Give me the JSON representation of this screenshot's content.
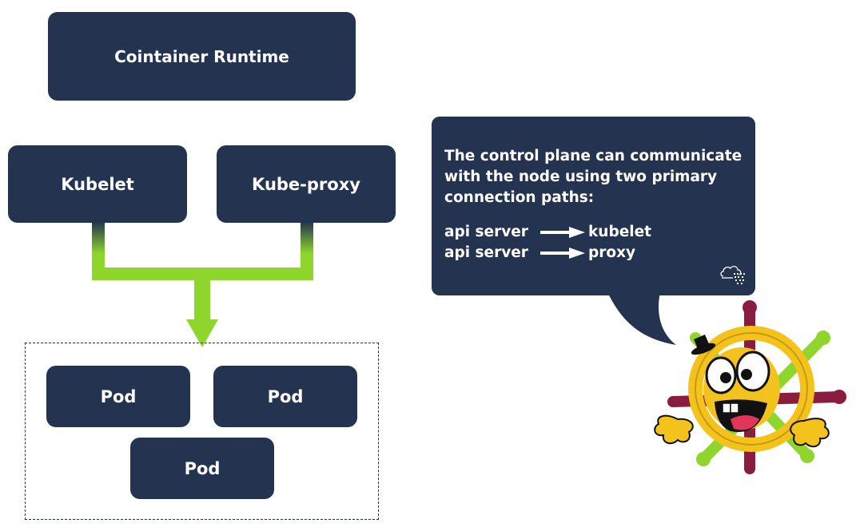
{
  "runtime": {
    "label": "Cointainer Runtime"
  },
  "components": {
    "kubelet": "Kubelet",
    "kube_proxy": "Kube-proxy"
  },
  "pods": [
    "Pod",
    "Pod",
    "Pod"
  ],
  "callout": {
    "text": "The control plane can communicate with the node using two primary connection paths:",
    "connections": [
      {
        "from": "api server",
        "to": "kubelet"
      },
      {
        "from": "api server",
        "to": "proxy"
      }
    ]
  },
  "colors": {
    "box_fill": "#243350",
    "box_text": "#ffffff",
    "arrow_green": "#8ed62b",
    "mascot_yellow": "#f4c21d"
  },
  "icons": [
    "cloud-binary-logo-icon",
    "helm-wheel-mascot-icon",
    "right-arrow-icon"
  ]
}
